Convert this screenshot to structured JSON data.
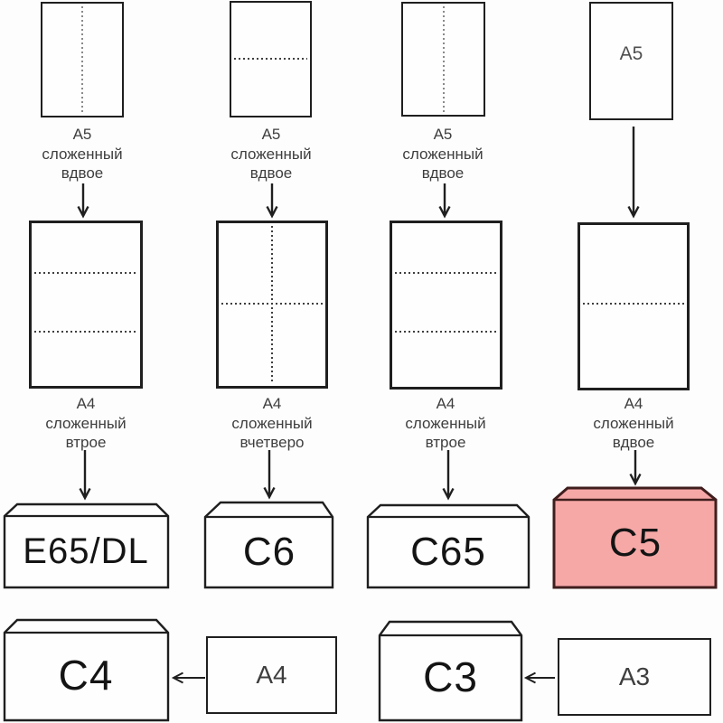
{
  "colors": {
    "background": "#fdfdfd",
    "outline": "#1f1f1f",
    "label_text": "#3e3e3e",
    "inner_label_text": "#4f4f4f",
    "envelope_text": "#141414",
    "highlight_fill": "#f6a8a7",
    "highlight_flap_fill": "#f3a29f",
    "highlight_stroke": "#401e1d"
  },
  "top_row": [
    {
      "fold": "vertical-half",
      "label": [
        "А5",
        "сложенный",
        "вдвое"
      ]
    },
    {
      "fold": "horizontal-half",
      "label": [
        "А5",
        "сложенный",
        "вдвое"
      ]
    },
    {
      "fold": "vertical-half",
      "label": [
        "А5",
        "сложенный",
        "вдвое"
      ]
    },
    {
      "fold": "none",
      "inner_label": "А5"
    }
  ],
  "middle_row": [
    {
      "fold": "horizontal-thirds",
      "label": [
        "А4",
        "сложенный",
        "втрое"
      ]
    },
    {
      "fold": "quarters-cross",
      "label": [
        "А4",
        "сложенный",
        "вчетверо"
      ]
    },
    {
      "fold": "horizontal-thirds",
      "label": [
        "А4",
        "сложенный",
        "втрое"
      ]
    },
    {
      "fold": "horizontal-half",
      "label": [
        "А4",
        "сложенный",
        "вдвое"
      ]
    }
  ],
  "envelope_row": [
    {
      "label": "E65/DL",
      "highlighted": false
    },
    {
      "label": "C6",
      "highlighted": false
    },
    {
      "label": "C65",
      "highlighted": false
    },
    {
      "label": "C5",
      "highlighted": true
    }
  ],
  "bottom_row": [
    {
      "envelope_label": "C4",
      "source_label": "А4"
    },
    {
      "envelope_label": "C3",
      "source_label": "А3"
    }
  ]
}
